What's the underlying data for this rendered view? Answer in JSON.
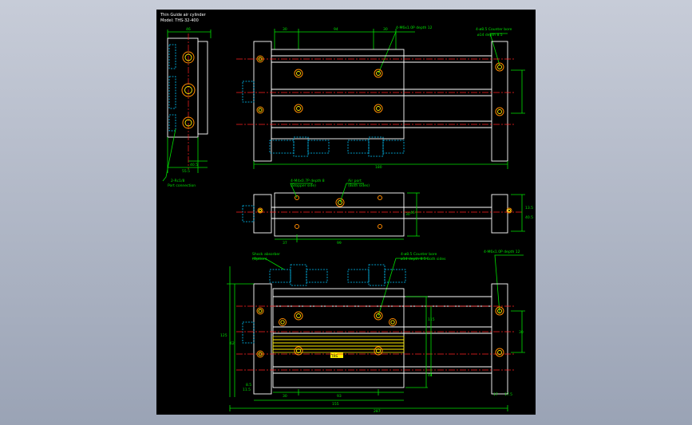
{
  "title_block": {
    "line1": "Thin Guide air cylinder",
    "line2": "Model: THS-32-400"
  },
  "colors": {
    "background": "#000000",
    "outline": "#ffffff",
    "dimension": "#00e000",
    "hidden": "#00c8ff",
    "center": "#ff2020",
    "hole": "#ffee00",
    "hole_ring": "#ff8a00"
  },
  "end_view": {
    "dim_top": "46",
    "dim_bottom_1": "40.5",
    "dim_bottom_2": "55.5",
    "leader_1": "2-Rc1/8",
    "leader_2": "Port connection"
  },
  "top_view": {
    "dim_left": "30",
    "dim_mid": "94",
    "dim_right": "30",
    "dim_bottom": "180",
    "leader_1": "4-M6x1.0P depth 12",
    "leader_2a": "4-ø8.5 Counter bore",
    "leader_2b": "ø14 depth 8.5"
  },
  "middle_view": {
    "leader_1a": "4-M4x0.7P depth 8",
    "leader_1b": "(Stopper side)",
    "leader_2a": "Air port",
    "leader_2b": "(Both sides)",
    "dim_bottom_left": "37",
    "dim_bottom_mid": "99",
    "dim_right_1": "13.5",
    "dim_right_2": "40.5",
    "dim_right_3": "30",
    "dim_right_4": "46"
  },
  "bottom_view": {
    "leader_1a": "Shock absorber",
    "leader_1b": "(Option)",
    "leader_2a": "4-ø8.5 Counter bore",
    "leader_2b": "ø14 depth 8.5 Both sides",
    "leader_3": "4-M6x1.0P depth 12",
    "dim_bottom_1": "30",
    "dim_bottom_2": "93",
    "dim_bottom_3": "155",
    "dim_bottom_4": "287",
    "dim_left_1": "125",
    "dim_left_2": "62",
    "dim_left_small_1": "11.5",
    "dim_left_small_2": "8.5",
    "dim_right_small_1": "17",
    "dim_right_small_2": "17.5",
    "dim_right_v1": "115",
    "dim_right_v2": "44",
    "dim_right_v3": "30",
    "label": "THS"
  }
}
